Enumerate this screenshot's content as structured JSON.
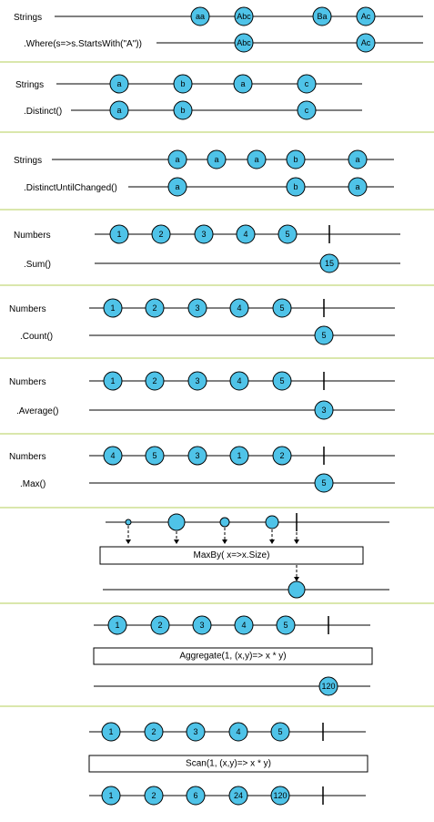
{
  "colors": {
    "marble": "#4fc3e8",
    "divider": "#b5cf5a",
    "stroke": "#000000"
  },
  "sections": [
    {
      "id": "where",
      "rows": [
        {
          "label": "Strings",
          "marbles": [
            "aa",
            "Abc",
            "Ba",
            "Ac"
          ]
        },
        {
          "label": ".Where(s=>s.StartsWith(\"A\"))",
          "marbles": [
            "Abc",
            "Ac"
          ]
        }
      ]
    },
    {
      "id": "distinct",
      "rows": [
        {
          "label": "Strings",
          "marbles": [
            "a",
            "b",
            "a",
            "c"
          ]
        },
        {
          "label": ".Distinct()",
          "marbles": [
            "a",
            "b",
            "c"
          ]
        }
      ]
    },
    {
      "id": "distinct-until-changed",
      "rows": [
        {
          "label": "Strings",
          "marbles": [
            "a",
            "a",
            "a",
            "b",
            "a"
          ]
        },
        {
          "label": ".DistinctUntilChanged()",
          "marbles": [
            "a",
            "b",
            "a"
          ]
        }
      ]
    },
    {
      "id": "sum",
      "rows": [
        {
          "label": "Numbers",
          "marbles": [
            "1",
            "2",
            "3",
            "4",
            "5"
          ],
          "completed": true
        },
        {
          "label": ".Sum()",
          "marbles": [
            "15"
          ]
        }
      ]
    },
    {
      "id": "count",
      "rows": [
        {
          "label": "Numbers",
          "marbles": [
            "1",
            "2",
            "3",
            "4",
            "5"
          ],
          "completed": true
        },
        {
          "label": ".Count()",
          "marbles": [
            "5"
          ]
        }
      ]
    },
    {
      "id": "average",
      "rows": [
        {
          "label": "Numbers",
          "marbles": [
            "1",
            "2",
            "3",
            "4",
            "5"
          ],
          "completed": true
        },
        {
          "label": ".Average()",
          "marbles": [
            "3"
          ]
        }
      ]
    },
    {
      "id": "max",
      "rows": [
        {
          "label": "Numbers",
          "marbles": [
            "4",
            "5",
            "3",
            "1",
            "2"
          ],
          "completed": true
        },
        {
          "label": ".Max()",
          "marbles": [
            "5"
          ]
        }
      ]
    },
    {
      "id": "maxby",
      "operator": "MaxBy( x=>x.Size)"
    },
    {
      "id": "aggregate",
      "rows": [
        {
          "marbles": [
            "1",
            "2",
            "3",
            "4",
            "5"
          ],
          "completed": true
        },
        {
          "marbles": [
            "120"
          ]
        }
      ],
      "operator": "Aggregate(1, (x,y)=> x * y)"
    },
    {
      "id": "scan",
      "rows": [
        {
          "marbles": [
            "1",
            "2",
            "3",
            "4",
            "5"
          ],
          "completed": true
        },
        {
          "marbles": [
            "1",
            "2",
            "6",
            "24",
            "120"
          ],
          "completed": true
        }
      ],
      "operator": "Scan(1, (x,y)=> x * y)"
    }
  ]
}
